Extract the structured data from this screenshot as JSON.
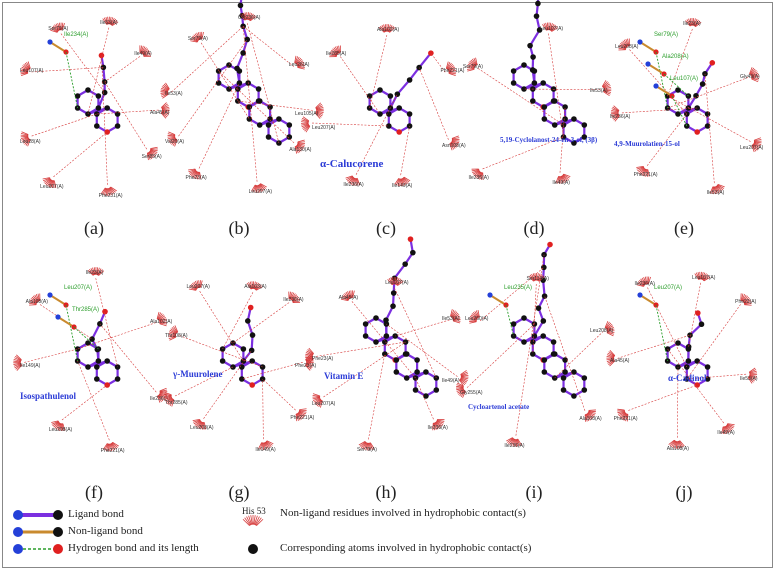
{
  "panels": [
    {
      "label": "(a)",
      "name": "",
      "residues": [
        "Ile53(A)",
        "Ile49(A)",
        "Ala45(A)",
        "Ser85(A)",
        "Phe231(A)",
        "Leu207(A)",
        "Leu28(A)",
        "Leu107(A)",
        "Ser79(A)"
      ],
      "hbond_residues": [
        "Ile234(A)"
      ]
    },
    {
      "label": "(b)",
      "name": "",
      "residues": [
        "Gly236(A)",
        "Leu26(A)",
        "Leu105(A)",
        "Ala130(A)",
        "Leu207(A)",
        "Phe23(A)",
        "Val20(A)",
        "Ile53(A)",
        "Ser79(A)"
      ],
      "hbond_residues": []
    },
    {
      "label": "(c)",
      "name": "α-Calucorene",
      "residues": [
        "Ala102(A)",
        "Phe221(A)",
        "Asn108(A)",
        "Ile149(A)",
        "Ile236(A)",
        "Leu207(A)",
        "Ile285(A)"
      ],
      "hbond_residues": []
    },
    {
      "label": "(d)",
      "name": "5,19-Cyclolanost-24-en-3-ol, (3β)",
      "residues": [
        "Leu107(A)",
        "Ile53(A)",
        "Ile49(A)",
        "Ile236(A)",
        "Ser79(A)"
      ],
      "hbond_residues": []
    },
    {
      "label": "(e)",
      "name": "4,9-Muurolatien-15-ol",
      "residues": [
        "Ile23(A)",
        "Gly49(A)",
        "Leu207(A)",
        "Ile53(A)",
        "Phe221(A)",
        "Ile236(A)",
        "Leu208(A)"
      ],
      "hbond_residues": [
        "Ser79(A)",
        "Ala208(A)",
        "Leu107(A)"
      ]
    },
    {
      "label": "(f)",
      "name": "Isospathulenol",
      "residues": [
        "Ile23(A)",
        "Ala102(A)",
        "Ile236(A)",
        "Phe221(A)",
        "Leu208(A)",
        "Ile149(A)",
        "Ala108(A)"
      ],
      "hbond_residues": [
        "Leu207(A)",
        "Thr285(A)"
      ]
    },
    {
      "label": "(g)",
      "name": "γ-Muurolene",
      "residues": [
        "Ala103(A)",
        "Ile236(A)",
        "Phe23(A)",
        "Phe221(A)",
        "Ile149(A)",
        "Leu208(A)",
        "Thr285(A)",
        "Thr108(A)",
        "Leu207(A)"
      ],
      "hbond_residues": []
    },
    {
      "label": "(h)",
      "name": "Vitamin E",
      "residues": [
        "Leu107(A)",
        "Ile53(A)",
        "Ile49(A)",
        "Ile236(A)",
        "Ser79(A)",
        "Leu207(A)",
        "Phe23(A)",
        "Ala45(A)"
      ],
      "hbond_residues": []
    },
    {
      "label": "(i)",
      "name": "Cycloartenol acetate",
      "residues": [
        "Ser114(A)",
        "Leu208(A)",
        "Ala108(A)",
        "Ile236(A)",
        "Gly255(A)",
        "Leu260(A)"
      ],
      "hbond_residues": [
        "Leu235(A)"
      ]
    },
    {
      "label": "(j)",
      "name": "α-Cadinol",
      "residues": [
        "Leu107(A)",
        "Phe23(A)",
        "Ile53(A)",
        "Ile49(A)",
        "Ala108(A)",
        "Phe221(A)",
        "Ala45(A)",
        "Ile236(A)"
      ],
      "hbond_residues": [
        "Leu207(A)"
      ]
    }
  ],
  "legend": {
    "ligand_bond": "Ligand bond",
    "nonligand_bond": "Non-ligand bond",
    "hbond": "Hydrogen bond and its length",
    "hydrophobic_res_example": "His 53",
    "hydrophobic_res": "Non-ligand residues involved in hydrophobic contact(s)",
    "hydrophobic_atoms": "Corresponding atoms involved in hydrophobic contact(s)"
  },
  "colors": {
    "ligand_bond": "#7b2fe0",
    "nonligand_bond": "#c98a2e",
    "hbond": "#2a9d2a",
    "contact": "#d63b3b",
    "nitrogen": "#2440d8",
    "oxygen": "#e02020",
    "carbon": "#111111",
    "molecule_name": "#2b3bd6"
  }
}
